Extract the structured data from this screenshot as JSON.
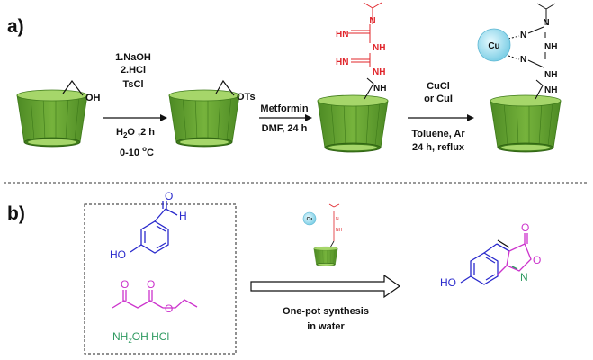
{
  "section_a": "a)",
  "section_b": "b)",
  "step1": {
    "line1": "1.NaOH",
    "line2": "2.HCl",
    "line3": "TsCl",
    "line4_pre": "H",
    "line4_sub": "2",
    "line4_post": "O ,2 h",
    "line5_pre": "0-10 ",
    "line5_sup": "o",
    "line5_post": "C"
  },
  "step2": {
    "line1": "Metformin",
    "line2": "DMF, 24 h"
  },
  "step3": {
    "line1": "CuCl",
    "line2": "or CuI",
    "line3": "Toluene, Ar",
    "line4": "24 h, reflux"
  },
  "groups": {
    "oh": "OH",
    "ots": "OTs"
  },
  "metformin": {
    "hn1": "HN",
    "nh1": "NH",
    "hn2": "HN",
    "nh2": "NH",
    "n_top": "N",
    "nh_link": "NH"
  },
  "complex": {
    "cu": "Cu",
    "n_top": "N",
    "n1": "N",
    "nh1": "NH",
    "n2": "N",
    "nh2": "NH",
    "nh_link": "NH"
  },
  "mini_catalyst": {
    "cu": "Cu",
    "n": "N",
    "nh": "NH"
  },
  "reagents": {
    "ho": "HO",
    "h": "H",
    "o_ald": "O",
    "o_keto": "O",
    "o_ester1": "O",
    "o_ester2": "O",
    "nh2oh_pre": "NH",
    "nh2oh_sub": "2",
    "nh2oh_post": "OH  HCl"
  },
  "reaction_b": {
    "line1": "One-pot synthesis",
    "line2": "in water"
  },
  "product": {
    "ho": "HO",
    "o_carbonyl": "O",
    "o_ring": "O",
    "n_ring": "N"
  },
  "colors": {
    "cup": "#5f9e2f",
    "cup_rim": "#8ec64a",
    "cu_ball": "#a8e4f4",
    "red": "#e0242a",
    "blue": "#2929cc",
    "magenta": "#cc33cc",
    "green": "#2e9a60"
  }
}
